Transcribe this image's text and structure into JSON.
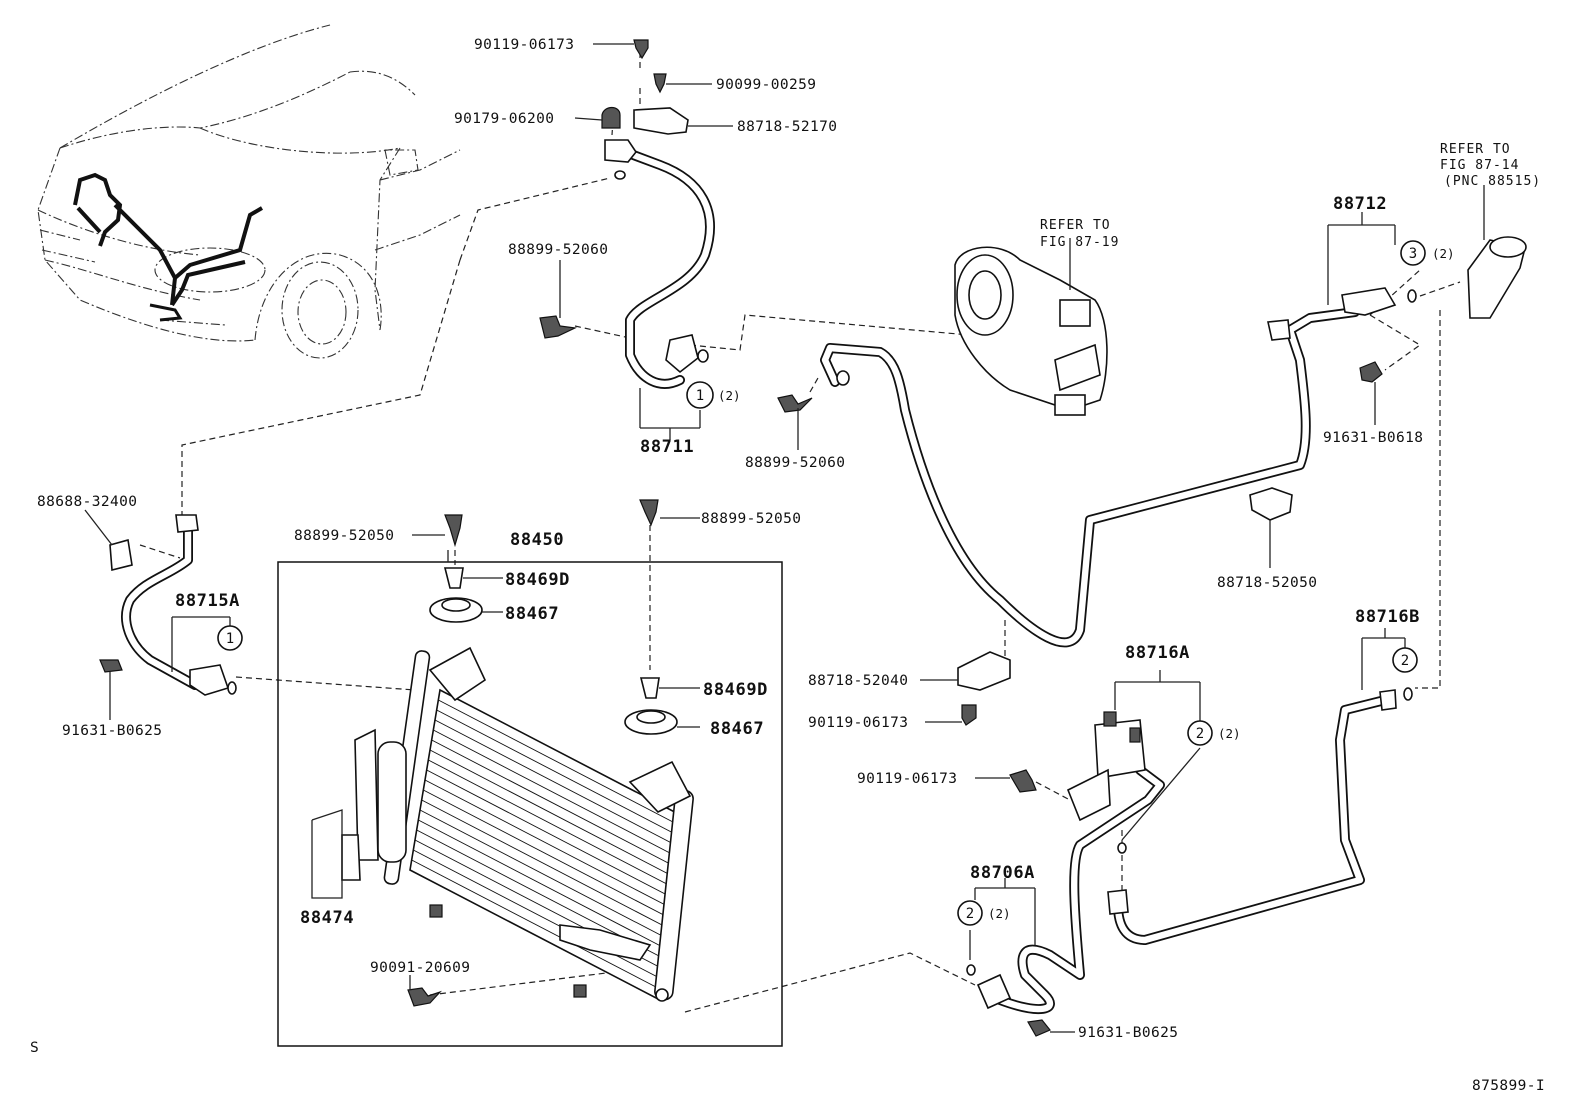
{
  "labels": {
    "p90119_06173_top": "90119-06173",
    "p90099_00259": "90099-00259",
    "p90179_06200": "90179-06200",
    "p88718_52170": "88718-52170",
    "p88899_52060_a": "88899-52060",
    "p88711": "88711",
    "p88899_52060_b": "88899-52060",
    "p88712": "88712",
    "p91631_B0618": "91631-B0618",
    "p88718_52050": "88718-52050",
    "p88688_32400": "88688-32400",
    "p88715A": "88715A",
    "p91631_B0625_left": "91631-B0625",
    "p88899_52050_a": "88899-52050",
    "p88899_52050_b": "88899-52050",
    "p88450": "88450",
    "p88469D_a": "88469D",
    "p88467_a": "88467",
    "p88469D_b": "88469D",
    "p88467_b": "88467",
    "p88474": "88474",
    "p90091_20609": "90091-20609",
    "p88718_52040": "88718-52040",
    "p90119_06173_mid": "90119-06173",
    "p90119_06173_low": "90119-06173",
    "p88716A": "88716A",
    "p88716B": "88716B",
    "p88706A": "88706A",
    "p91631_B0625_bottom": "91631-B0625"
  },
  "refer_compressor": {
    "line1": "REFER TO",
    "line2": "FIG 87-19"
  },
  "refer_reservoir": {
    "line1": "REFER TO",
    "line2": "FIG 87-14",
    "line3": "(PNC 88515)"
  },
  "callouts": {
    "c1_top": "1",
    "c1_left": "1",
    "c3": "3",
    "c2_88716B": "2",
    "c2_88716A": "2",
    "c2_88706A": "2"
  },
  "quantities": {
    "q_88711": "(2)",
    "q_88712": "(2)",
    "q_88716A": "(2)",
    "q_88706A": "(2)"
  },
  "corner_mark": "S",
  "diagram_id": "875899-I"
}
